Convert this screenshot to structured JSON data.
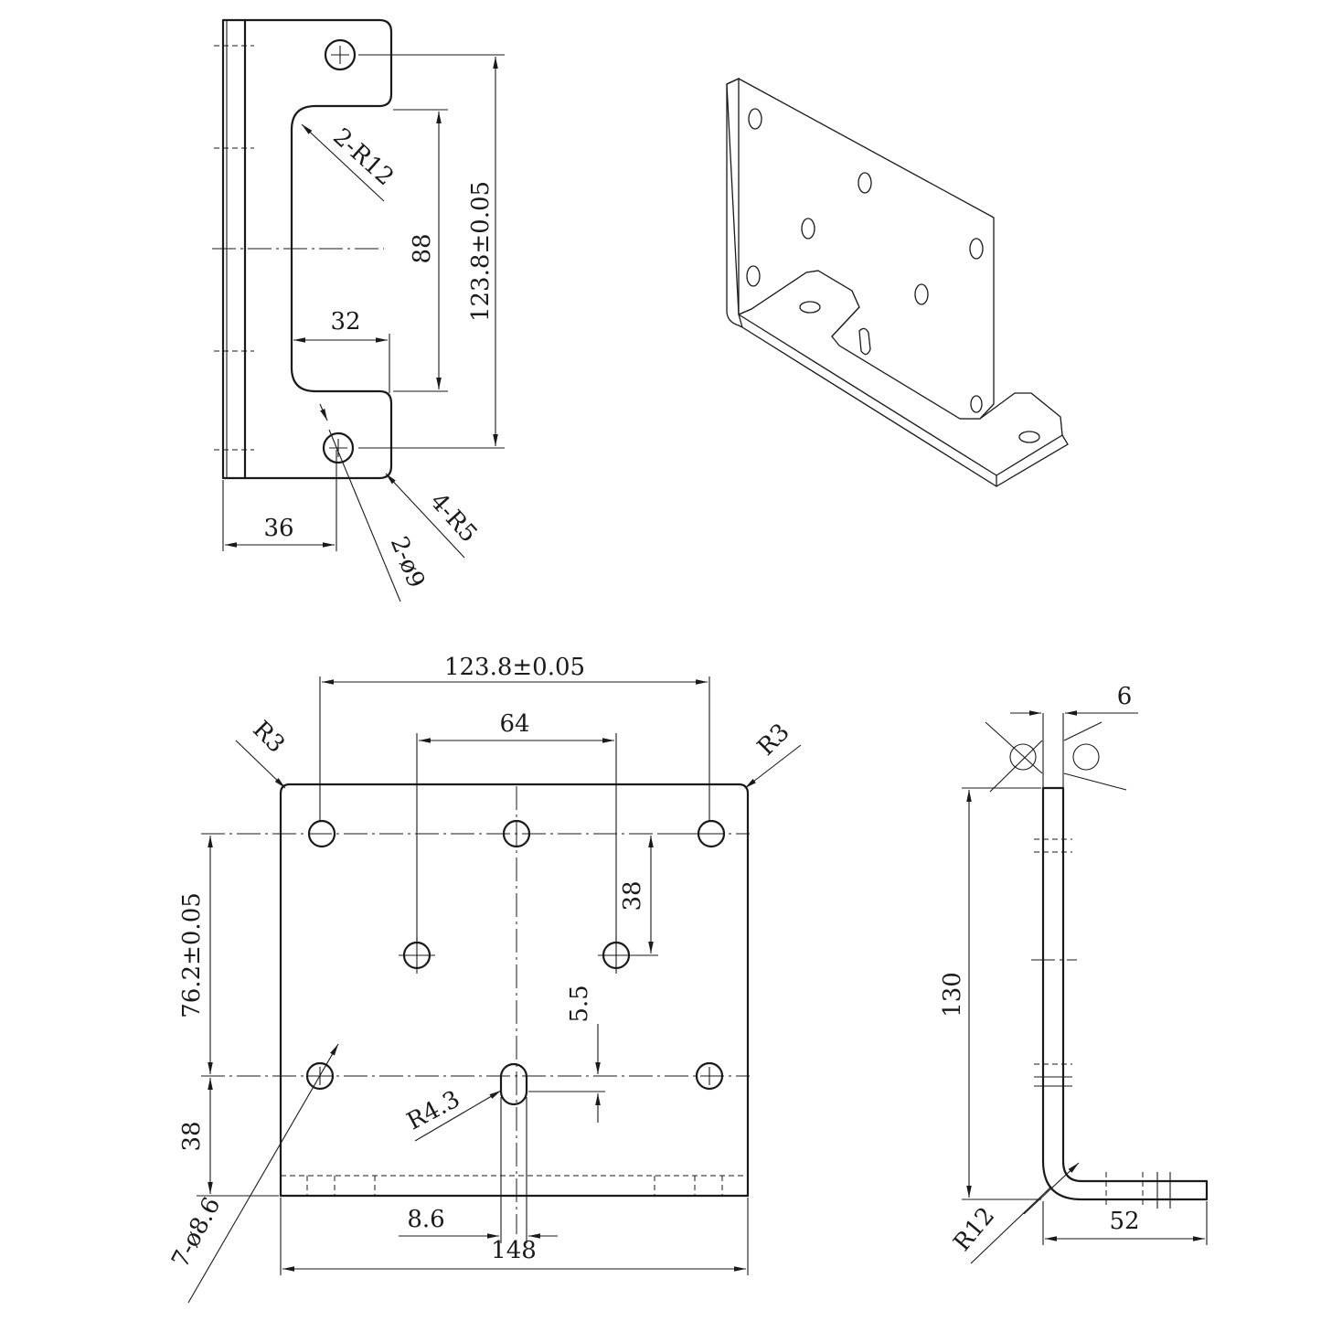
{
  "top_view": {
    "dim_height_total": "123.8±0.05",
    "dim_slot_height": "88",
    "dim_slot_depth": "32",
    "dim_hole_offset": "36",
    "label_slot_radius": "2-R12",
    "label_corner_radius": "4-R5",
    "label_holes": "2-ø9"
  },
  "front_view": {
    "dim_top_span": "123.8±0.05",
    "dim_inner_span": "64",
    "dim_vertical_span": "76.2±0.05",
    "dim_bottom_offset": "38",
    "dim_inner_drop": "38",
    "dim_slot_offset": "5.5",
    "dim_slot_width": "8.6",
    "dim_total_width": "148",
    "label_corner_left": "R3",
    "label_corner_right": "R3",
    "label_slot_radius": "R4.3",
    "label_holes": "7-ø8.6"
  },
  "side_view": {
    "dim_thickness": "6",
    "dim_height": "130",
    "dim_foot": "52",
    "label_bend_radius": "R12"
  }
}
